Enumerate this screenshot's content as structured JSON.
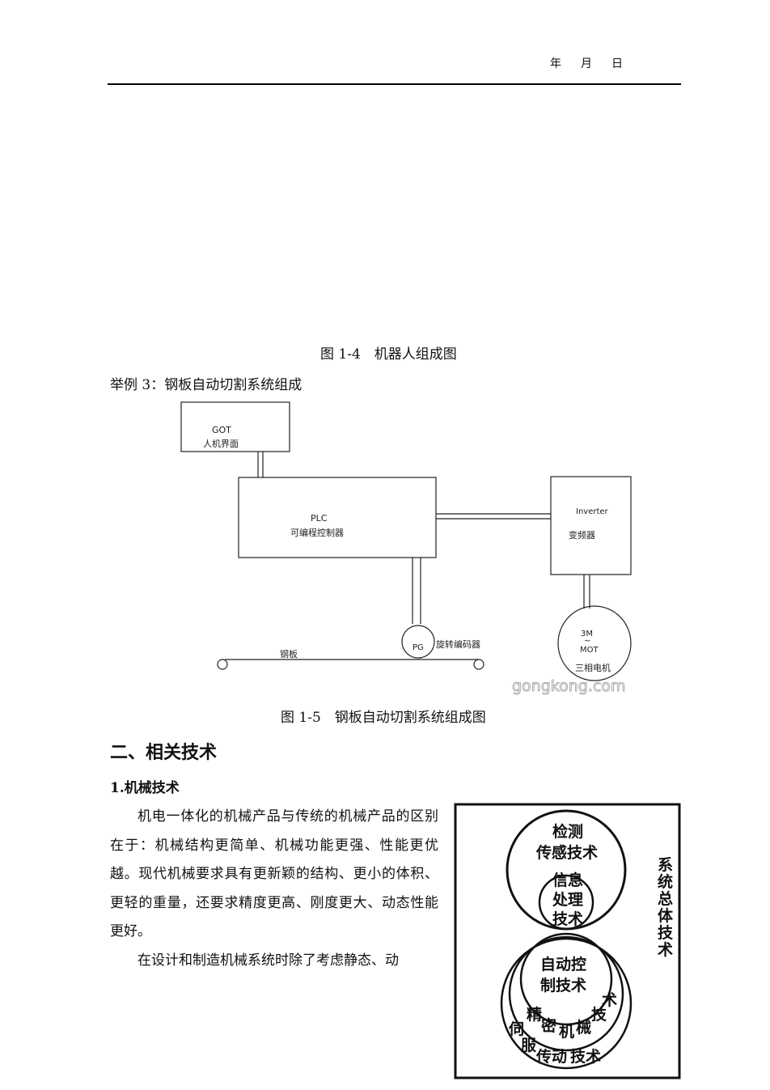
{
  "header": {
    "year": "年",
    "month": "月",
    "day": "日"
  },
  "caption_fig14": "图 1-4　机器人组成图",
  "example_title": "举例 3：钢板自动切割系统组成",
  "diagram": {
    "got_line1": "GOT",
    "got_line2": "人机界面",
    "plc_line1": "PLC",
    "plc_line2": "可编程控制器",
    "inverter_line1": "Inverter",
    "inverter_line2": "变频器",
    "pg_label": "PG",
    "encoder_label": "旋转编码器",
    "plate_label": "钢板",
    "motor_line1": "3M",
    "motor_line2": "~",
    "motor_line3": "MOT",
    "motor_line4": "三相电机",
    "watermark": "gongkong.com"
  },
  "caption_fig15": "图 1-5　钢板自动切割系统组成图",
  "section_heading": "二、相关技术",
  "subsection_heading": "1.机械技术",
  "paragraphs": [
    "机电一体化的机械产品与传统的机械产品的区别在于：机械结构更简单、机械功能更强、性能更优越。现代机械要求具有更新颖的结构、更小的体积、更轻的重量，还要求精度更高、刚度更大、动态性能更好。",
    "在设计和制造机械系统时除了考虑静态、动"
  ],
  "tech_figure": {
    "sensing_1": "检测",
    "sensing_2": "传感技术",
    "info_1": "信息",
    "info_2": "处理",
    "info_3": "技术",
    "system_1": "系",
    "system_2": "统",
    "system_3": "总",
    "system_4": "体",
    "system_5": "技",
    "system_6": "术",
    "control_1": "自动控",
    "control_2": "制技术",
    "precision_1": "精",
    "precision_2": "密",
    "precision_3": "机",
    "precision_4": "械",
    "precision_5": "技",
    "precision_6": "术",
    "servo_1": "伺",
    "servo_2": "服",
    "servo_3": "传动",
    "servo_4": "技术"
  }
}
